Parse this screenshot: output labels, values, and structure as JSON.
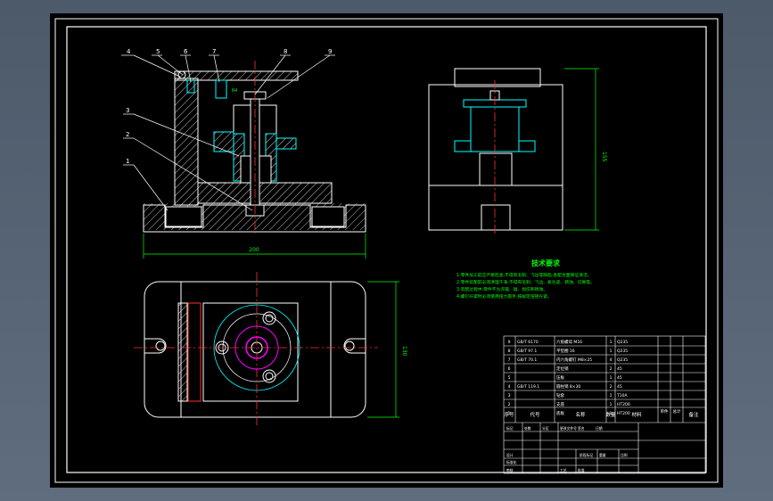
{
  "callouts": [
    "4",
    "5",
    "6",
    "7",
    "8",
    "9",
    "3",
    "2",
    "1"
  ],
  "dimensions": {
    "front_width": "200",
    "side_height": "155",
    "plan_height": "130",
    "small": "64"
  },
  "notes": {
    "title": "技术要求",
    "lines": [
      "1.零件加工前应严格检查,不得有毛刺、飞边等缺陷,各配合面保证清洁。",
      "2.零件装配前必须清理干净,不得有毛刺、飞边、氧化皮、锈蚀、切屑等。",
      "3.装配过程中,零件不允许磕、碰、划伤和锈蚀。",
      "4.螺钉拧紧时必须使用扭力扳手,按规定扭矩拧紧。"
    ]
  },
  "bom": {
    "header": [
      "序号",
      "代号",
      "名称",
      "数量",
      "材料",
      "单件",
      "总计",
      "备注"
    ],
    "rows": [
      [
        "9",
        "GB/T 6170",
        "六角螺母 M16",
        "1",
        "Q235",
        "",
        ""
      ],
      [
        "8",
        "GB/T 97.1",
        "平垫圈 16",
        "1",
        "Q235",
        "",
        ""
      ],
      [
        "7",
        "GB/T 70.1",
        "内六角螺钉 M8×25",
        "4",
        "Q235",
        "",
        ""
      ],
      [
        "6",
        "",
        "定位销",
        "2",
        "45",
        "",
        ""
      ],
      [
        "5",
        "",
        "压板",
        "1",
        "45",
        "",
        ""
      ],
      [
        "4",
        "GB/T 119.1",
        "圆柱销 8×30",
        "2",
        "45",
        "",
        ""
      ],
      [
        "3",
        "",
        "钻套",
        "1",
        "T10A",
        "",
        ""
      ],
      [
        "2",
        "",
        "支座",
        "1",
        "HT200",
        "",
        ""
      ],
      [
        "1",
        "",
        "底板",
        "1",
        "HT200",
        "",
        ""
      ]
    ]
  },
  "title_block": {
    "labels": [
      "标记",
      "处数",
      "分区",
      "更改文件号",
      "签名",
      "日期",
      "设计",
      "标准化",
      "审核",
      "工艺",
      "批准",
      "阶段标记",
      "重量",
      "比例"
    ]
  },
  "colors": {
    "outline": "#ffffff",
    "dimension": "#00ff00",
    "centerline": "#ff3030",
    "hidden": "#00ffff",
    "hatch": "#ffffff",
    "callout": "#ffffff",
    "circle": "#ff00ff"
  }
}
